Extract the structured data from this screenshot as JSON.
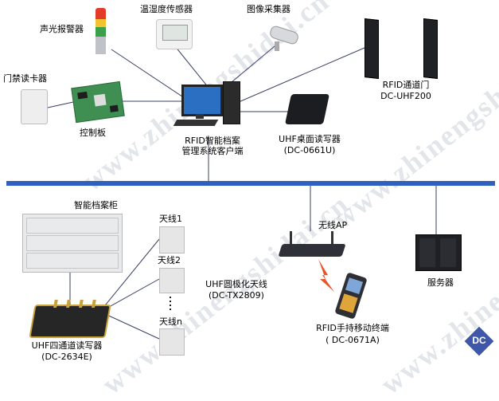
{
  "nodes": {
    "alarm": "声光报警器",
    "temp_sensor": "温湿度传感器",
    "camera": "图像采集器",
    "door_reader": "门禁读卡器",
    "controller": "控制板",
    "client_line1": "RFID智能档案",
    "client_line2": "管理系统客户端",
    "rfid_gate_line1": "RFID通道门",
    "rfid_gate_line2": "DC-UHF200",
    "desktop_reader_line1": "UHF桌面读写器",
    "desktop_reader_line2": "(DC-0661U)",
    "cabinet": "智能档案柜",
    "antenna1": "天线1",
    "antenna2": "天线2",
    "antennaN": "天线n",
    "ant_model_line1": "UHF圆极化天线",
    "ant_model_line2": "(DC-TX2809)",
    "reader4_line1": "UHF四通道读写器",
    "reader4_line2": "(DC-2634E)",
    "wifi_ap": "无线AP",
    "handheld_line1": "RFID手持移动终端",
    "handheld_line2": "( DC-0671A)",
    "server": "服务器"
  },
  "watermark": "www.zhinengshidai.cn",
  "logo": "DC",
  "colors": {
    "network_bus": "#2f5fbf",
    "wire": "#3a3f66",
    "logo": "#3f57a8"
  }
}
